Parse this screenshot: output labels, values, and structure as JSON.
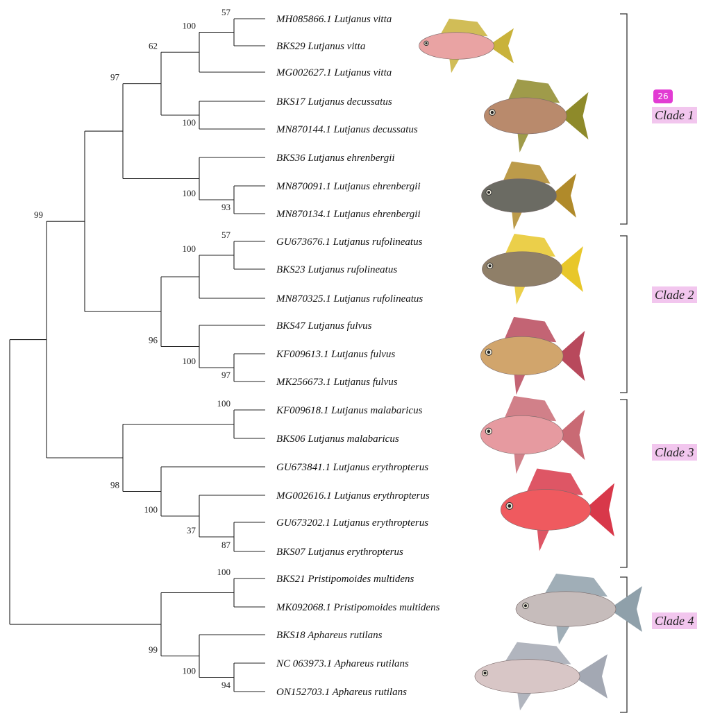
{
  "taxa": [
    "MH085866.1 Lutjanus vitta",
    "BKS29 Lutjanus vitta",
    "MG002627.1 Lutjanus vitta",
    "BKS17 Lutjanus decussatus",
    "MN870144.1 Lutjanus decussatus",
    "BKS36 Lutjanus ehrenbergii",
    "MN870091.1 Lutjanus ehrenbergii",
    "MN870134.1 Lutjanus ehrenbergii",
    "GU673676.1 Lutjanus rufolineatus",
    "BKS23 Lutjanus rufolineatus",
    "MN870325.1 Lutjanus rufolineatus",
    "BKS47 Lutjanus fulvus",
    "KF009613.1 Lutjanus fulvus",
    "MK256673.1 Lutjanus fulvus",
    "KF009618.1 Lutjanus malabaricus",
    "BKS06 Lutjanus malabaricus",
    "GU673841.1 Lutjanus erythropterus",
    "MG002616.1 Lutjanus erythropterus",
    "GU673202.1 Lutjanus erythropterus",
    "BKS07 Lutjanus erythropterus",
    "BKS21 Pristipomoides multidens",
    "MK092068.1 Pristipomoides multidens",
    "BKS18 Aphareus rutilans",
    "NC 063973.1 Aphareus rutilans",
    "ON152703.1 Aphareus rutilans"
  ],
  "bootstrap": {
    "n1": "57",
    "n2": "100",
    "n3": "62",
    "n4": "100",
    "n5": "97",
    "n6": "93",
    "n7": "100",
    "n8": "99",
    "n9": "57",
    "n10": "100",
    "n11": "96",
    "n12": "97",
    "n13": "100",
    "n14": "100",
    "n15": "98",
    "n16": "87",
    "n17": "37",
    "n18": "100",
    "n19": "100",
    "n20": "99",
    "n21": "94",
    "n22": "100"
  },
  "clades": [
    "Clade 1",
    "Clade 2",
    "Clade 3",
    "Clade 4"
  ],
  "badge": "26",
  "fish": [
    {
      "name": "Lutjanus vitta",
      "body": "#e9a3a3",
      "fin": "#c9b23a"
    },
    {
      "name": "Lutjanus decussatus",
      "body": "#b98a6c",
      "fin": "#8e8a2a"
    },
    {
      "name": "Lutjanus ehrenbergii",
      "body": "#6b6b63",
      "fin": "#b08a2a"
    },
    {
      "name": "Lutjanus rufolineatus",
      "body": "#8f7f68",
      "fin": "#e8c72a"
    },
    {
      "name": "Lutjanus fulvus",
      "body": "#d1a56c",
      "fin": "#b8495c"
    },
    {
      "name": "Lutjanus malabaricus",
      "body": "#e69aa0",
      "fin": "#c96a74"
    },
    {
      "name": "Lutjanus erythropterus",
      "body": "#ef5a5f",
      "fin": "#d8384a"
    },
    {
      "name": "Pristipomoides multidens",
      "body": "#c6bcbb",
      "fin": "#8fa0aa"
    },
    {
      "name": "Aphareus rutilans",
      "body": "#d8c6c6",
      "fin": "#a3a8b3"
    }
  ]
}
